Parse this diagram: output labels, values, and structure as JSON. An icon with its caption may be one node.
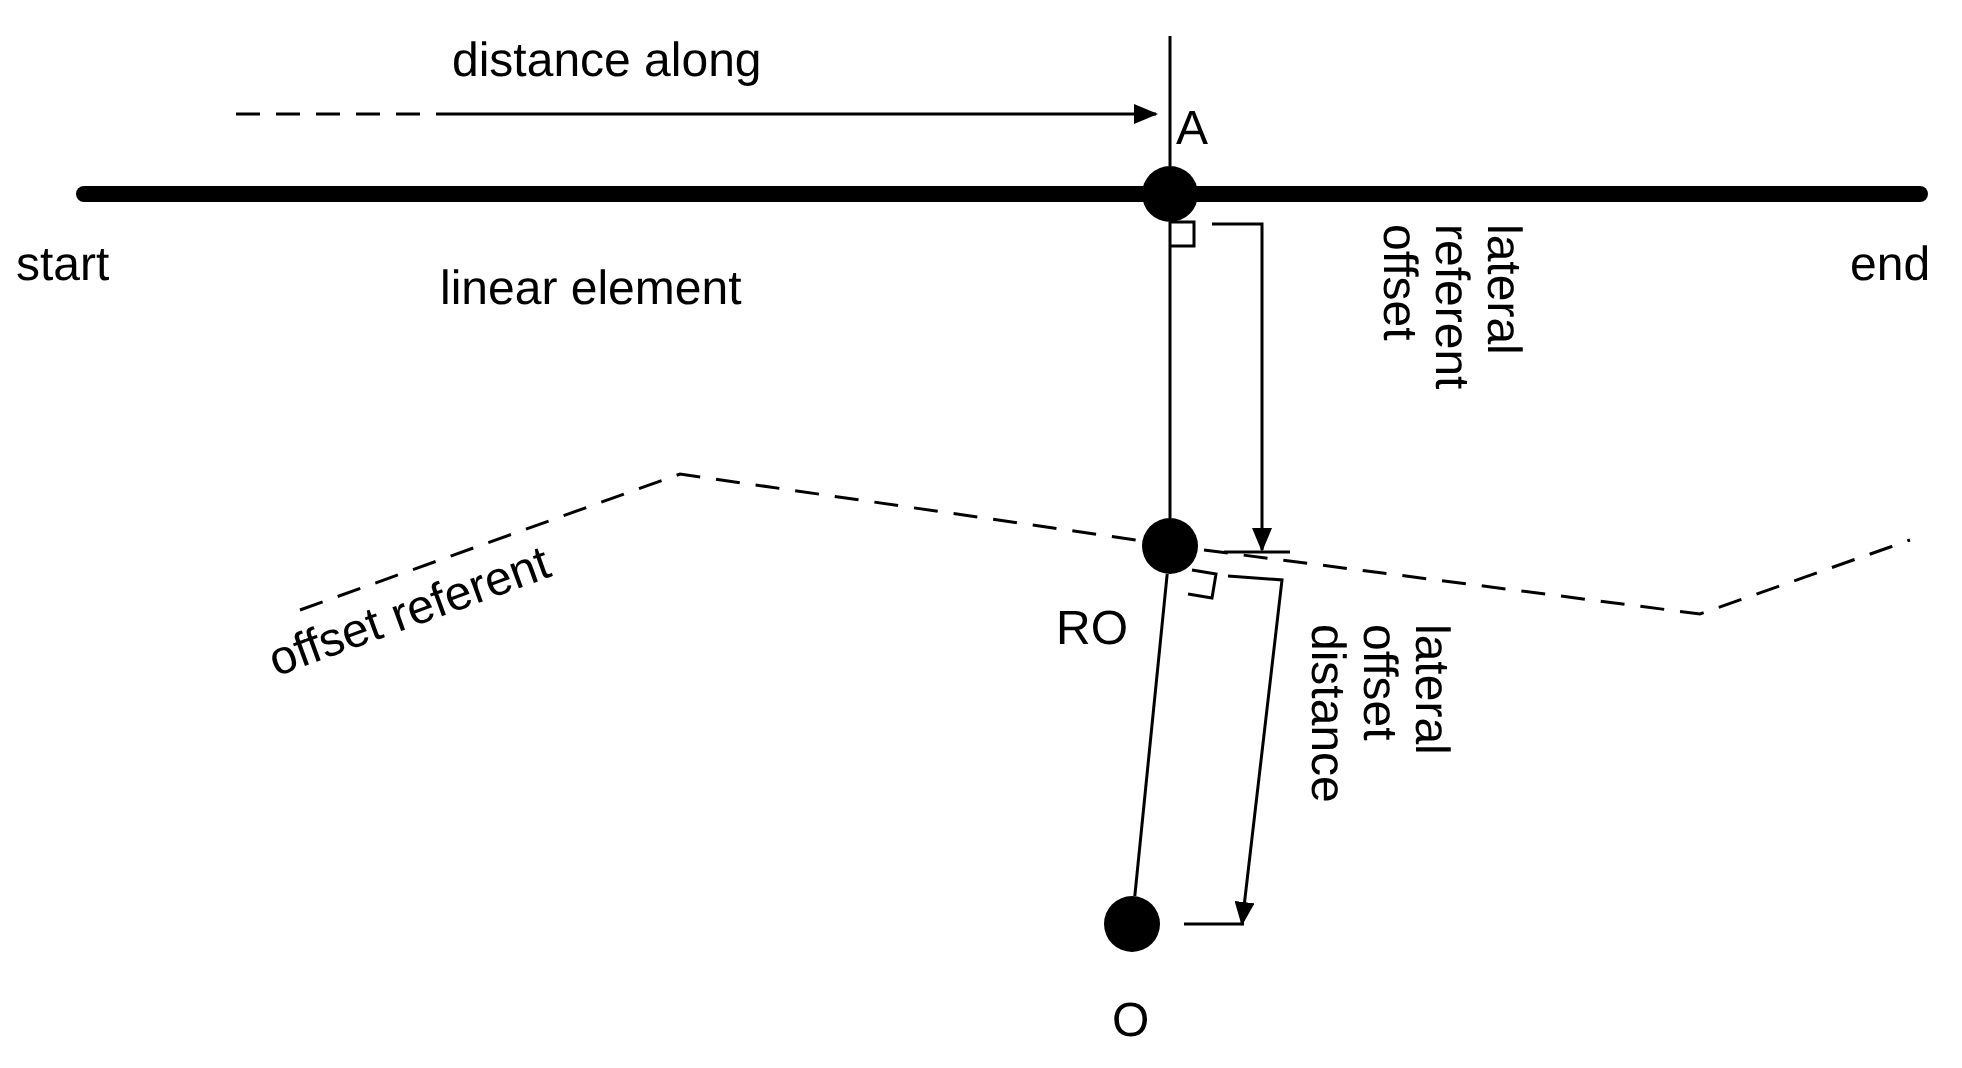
{
  "diagram": {
    "nodes": [
      {
        "text": [],
        "shape": "circle",
        "beside": [
          "A"
        ]
      },
      {
        "text": [],
        "shape": "circle",
        "beside": [
          "RO"
        ]
      },
      {
        "text": [],
        "shape": "circle",
        "beside": [
          "O"
        ]
      }
    ],
    "edges": [
      {
        "from": 0,
        "to": 1,
        "arrow": "none"
      },
      {
        "from": 1,
        "to": 2,
        "arrow": "none"
      }
    ],
    "labels": [
      "distance along",
      "start",
      "linear element",
      "end",
      "lateral referent offset",
      "offset referent",
      "lateral offset distance"
    ]
  }
}
